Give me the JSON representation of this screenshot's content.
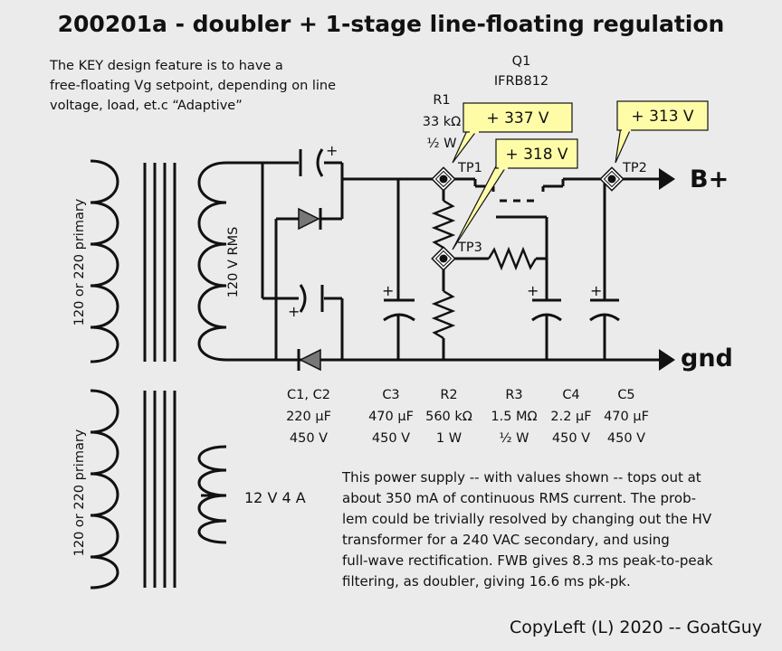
{
  "title": "200201a - doubler + 1-stage line-floating regulation",
  "design_note": [
    "The KEY design feature is to have a",
    "free-floating Vg setpoint, depending on line",
    "voltage, load, et.c  “Adaptive”"
  ],
  "q1": {
    "name": "Q1",
    "part": "IFRB812"
  },
  "r1": {
    "name": "R1",
    "value": "33 kΩ",
    "power": "½ W"
  },
  "callouts": {
    "tp1": "+ 337 V",
    "tp3": "+ 318 V",
    "tp2": "+ 313 V"
  },
  "testpoints": {
    "tp1": "TP1",
    "tp2": "TP2",
    "tp3": "TP3"
  },
  "outputs": {
    "bplus": "B+",
    "gnd": "gnd"
  },
  "transformer_hv": {
    "primary": "120 or 220 primary",
    "secondary": "120 V  RMS"
  },
  "transformer_lv": {
    "primary": "120 or 220 primary",
    "secondary": "12 V 4 A"
  },
  "polarity_mark": "+",
  "components": [
    {
      "name": "C1, C2",
      "value": "220 µF",
      "rating": "450 V"
    },
    {
      "name": "C3",
      "value": "470 µF",
      "rating": "450 V"
    },
    {
      "name": "R2",
      "value": "560 kΩ",
      "rating": "1 W"
    },
    {
      "name": "R3",
      "value": "1.5 MΩ",
      "rating": "½ W"
    },
    {
      "name": "C4",
      "value": "2.2 µF",
      "rating": "450 V"
    },
    {
      "name": "C5",
      "value": "470 µF",
      "rating": "450 V"
    }
  ],
  "description": [
    "This power supply -- with values shown -- tops out at",
    "about 350 mA of continuous RMS current.  The prob-",
    "lem could be trivially resolved by changing out the HV",
    "transformer for a 240 VAC secondary, and using",
    "full-wave rectification.  FWB gives 8.3 ms peak-to-peak",
    "filtering, as doubler, giving 16.6 ms pk-pk."
  ],
  "copyright": "CopyLeft (L) 2020 -- GoatGuy",
  "colors": {
    "background": "#ebebeb",
    "callout_fill": "#fffca8",
    "ink": "#111111"
  }
}
